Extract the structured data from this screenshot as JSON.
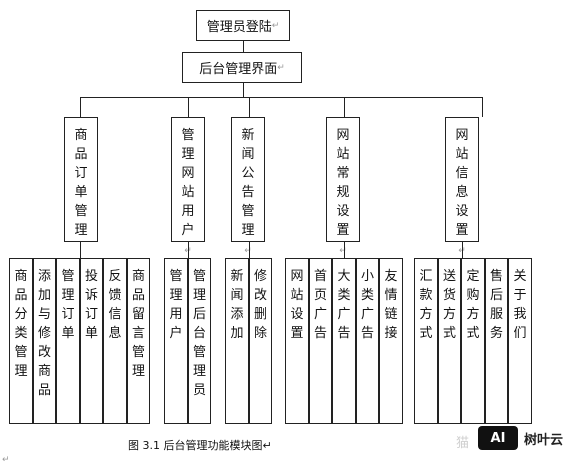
{
  "diagram": {
    "root": {
      "label": "管理员登陆",
      "mark": "↵"
    },
    "admin": {
      "label": "后台管理界面",
      "mark": "↵"
    },
    "modules": [
      {
        "label": "商品订单管理",
        "mark": "",
        "children": [
          {
            "label": "商品分类管理",
            "mark": ""
          },
          {
            "label": "添加与修改商品",
            "mark": ""
          },
          {
            "label": "管理订单",
            "mark": ""
          },
          {
            "label": "投诉订单",
            "mark": ""
          },
          {
            "label": "反馈信息",
            "mark": ""
          },
          {
            "label": "商品留言管理",
            "mark": ""
          }
        ]
      },
      {
        "label": "管理网站用户",
        "mark": "↵",
        "children": [
          {
            "label": "管理用户",
            "mark": ""
          },
          {
            "label": "管理后台管理员",
            "mark": ""
          }
        ]
      },
      {
        "label": "新闻公告管理",
        "mark": "↵",
        "children": [
          {
            "label": "新闻添加",
            "mark": ""
          },
          {
            "label": "修改删除",
            "mark": ""
          }
        ]
      },
      {
        "label": "网站常规设置",
        "mark": "↵",
        "children": [
          {
            "label": "网站设置",
            "mark": ""
          },
          {
            "label": "首页广告",
            "mark": ""
          },
          {
            "label": "大类广告",
            "mark": ""
          },
          {
            "label": "小类广告",
            "mark": ""
          },
          {
            "label": "友情链接",
            "mark": ""
          }
        ]
      },
      {
        "label": "网站信息设置",
        "mark": "↵",
        "children": [
          {
            "label": "汇款方式",
            "mark": ""
          },
          {
            "label": "送货方式",
            "mark": ""
          },
          {
            "label": "定购方式",
            "mark": ""
          },
          {
            "label": "售后服务",
            "mark": ""
          },
          {
            "label": "关于我们",
            "mark": ""
          }
        ]
      }
    ],
    "caption": "图 3.1    后台管理功能模块图↵",
    "corner_mark": "↵"
  },
  "watermark": {
    "badge": "AI",
    "text": "树叶云",
    "ghost": "猫"
  }
}
